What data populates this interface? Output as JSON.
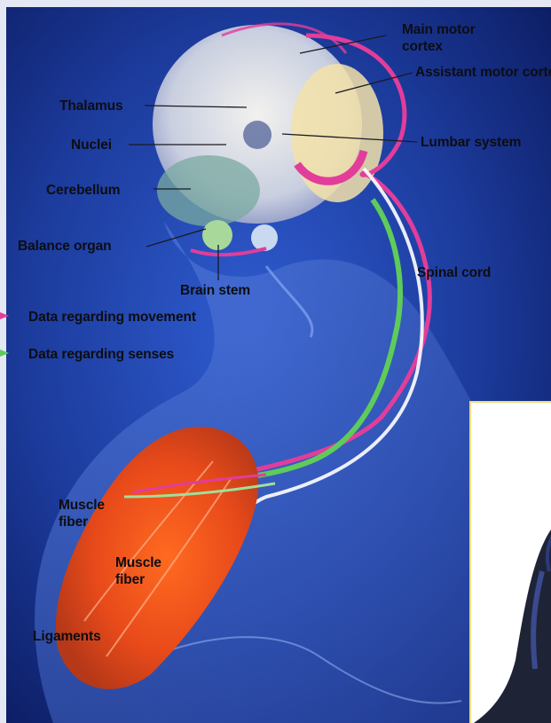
{
  "labels": {
    "main_motor_cortex": "Main motor cortex",
    "assistant_motor_cortex": "Assistant motor corte",
    "thalamus": "Thalamus",
    "nuclei": "Nuclei",
    "lumbar_system": "Lumbar system",
    "cerebellum": "Cerebellum",
    "balance_organ": "Balance organ",
    "brain_stem": "Brain stem",
    "spinal_cord": "Spinal cord",
    "muscle_fiber_1": "Muscle fiber",
    "muscle_fiber_2": "Muscle fiber",
    "ligaments": "Ligaments"
  },
  "legend": {
    "movement": "Data regarding movement",
    "senses": "Data regarding senses"
  },
  "colors": {
    "movement_path": "#e23d9a",
    "senses_path": "#5fcb5a",
    "background": "#1c3b9c",
    "muscle": "#ee5a22",
    "photo_border": "#f2dc7a"
  }
}
